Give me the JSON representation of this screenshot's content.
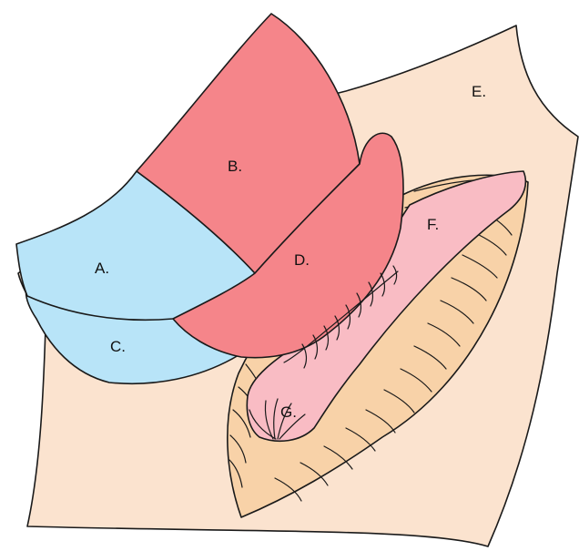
{
  "labels": {
    "a": "A.",
    "b": "B.",
    "c": "C.",
    "d": "D.",
    "e": "E.",
    "f": "F.",
    "g": "G."
  },
  "colors": {
    "background_sheet": "#fbe3cf",
    "blue_flap": "#b8e4f8",
    "red_flap": "#f5858a",
    "pink_tissue": "#f9bcc4",
    "rib_area": "#f8d2a8"
  }
}
